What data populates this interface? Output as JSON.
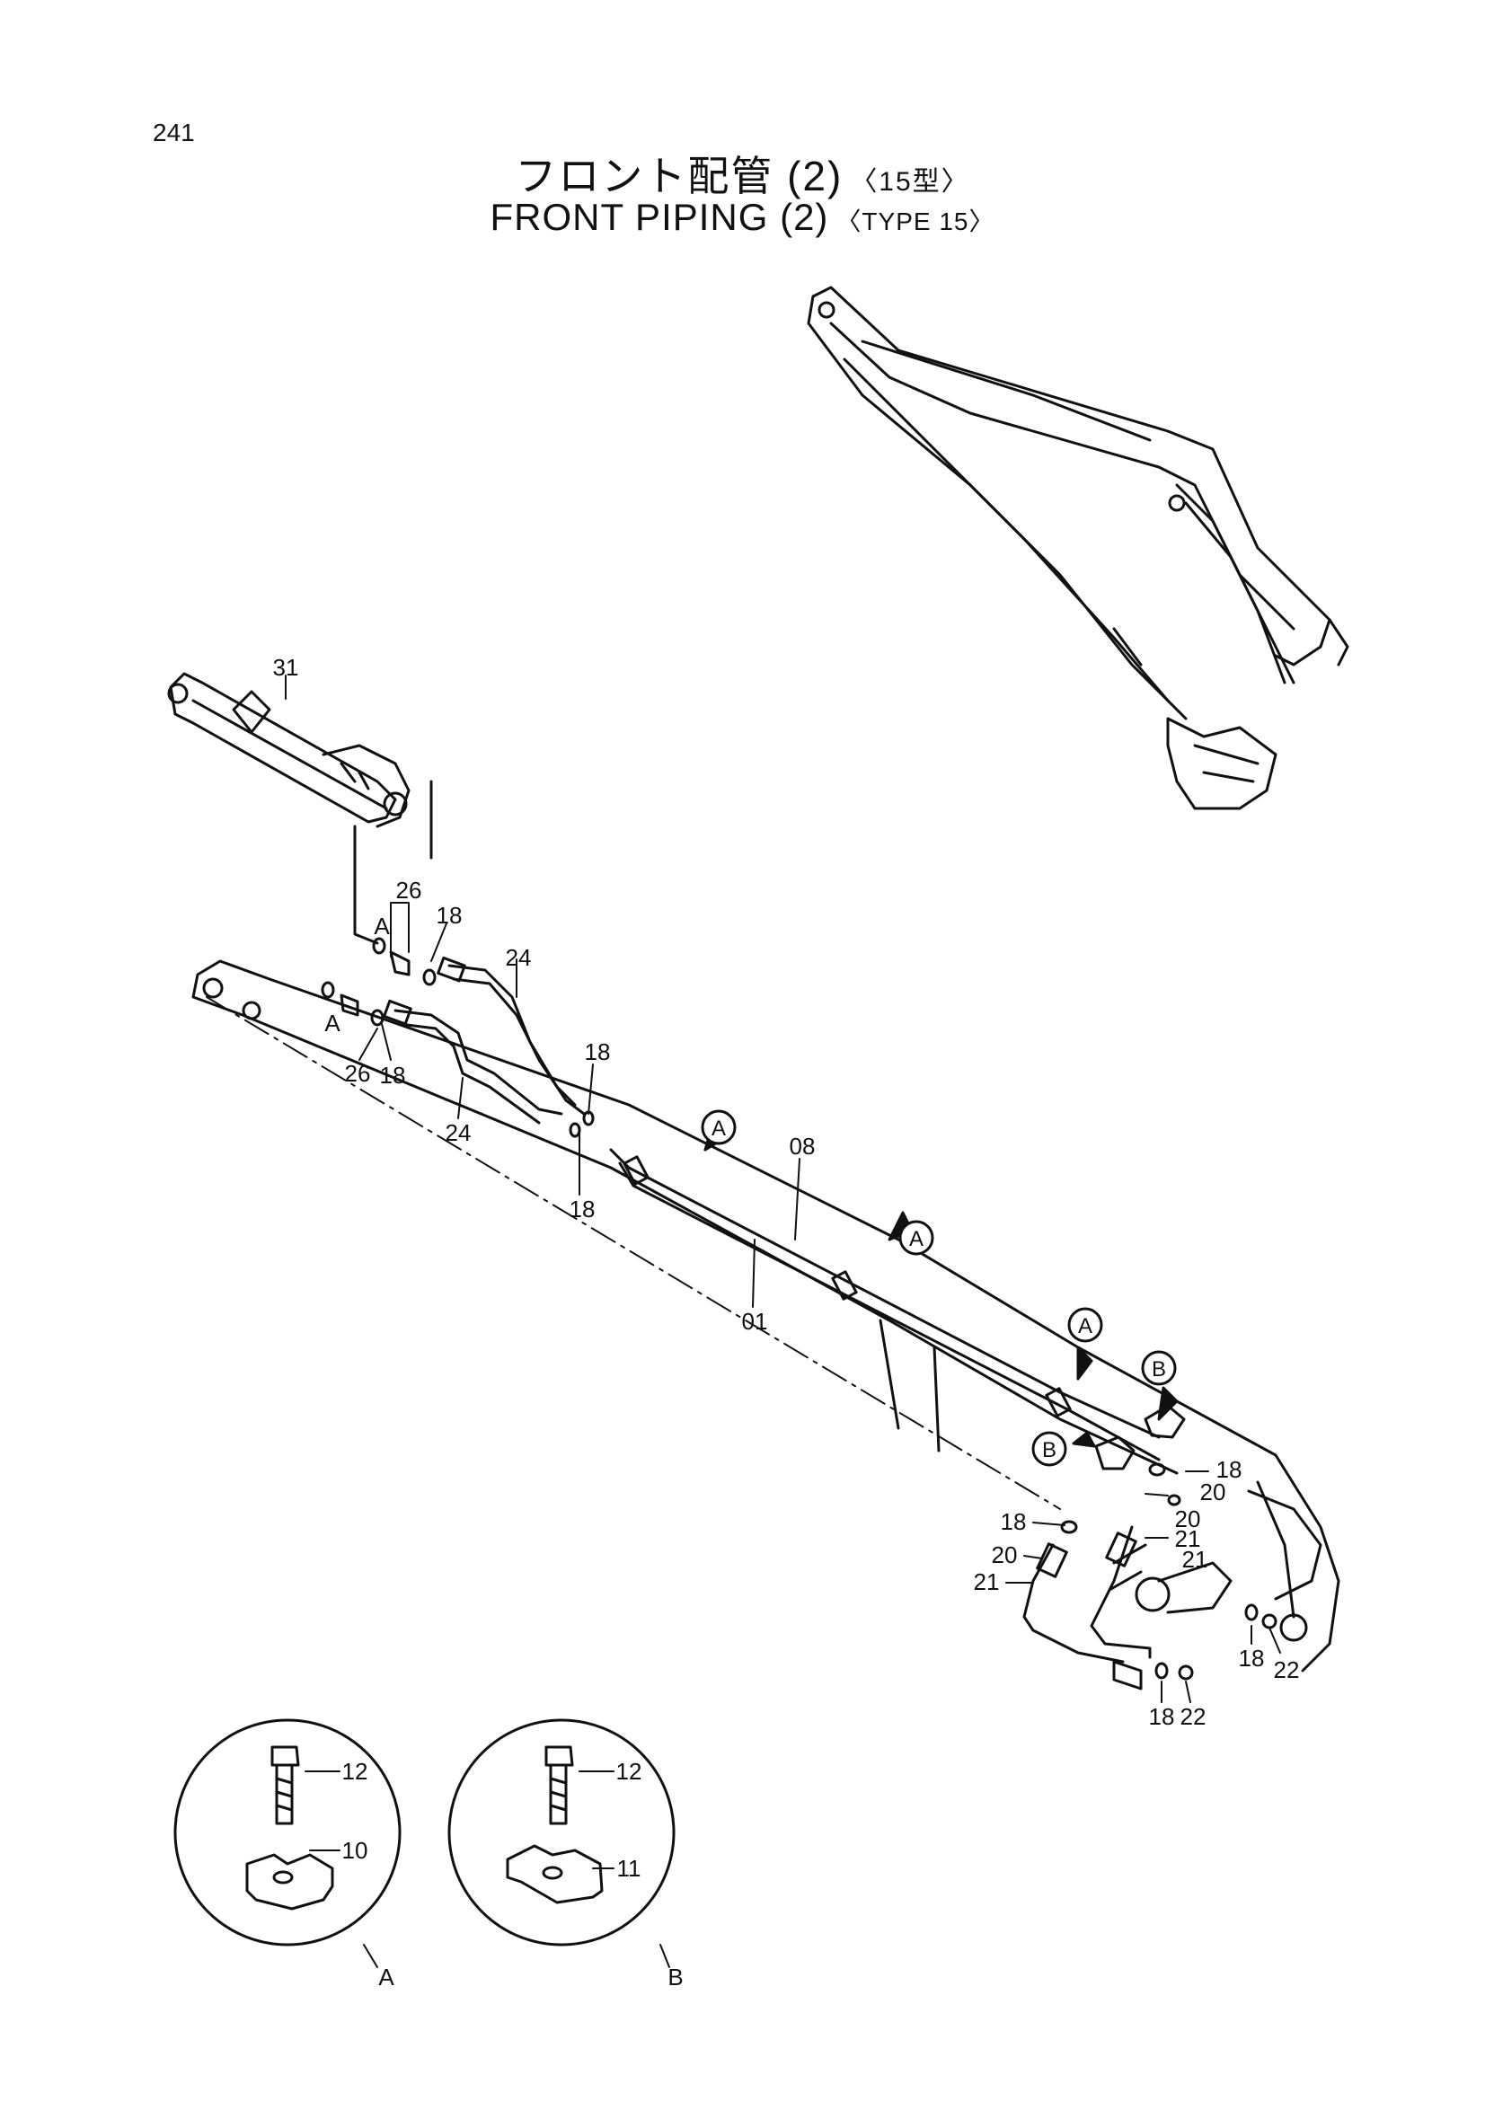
{
  "page_number": "241",
  "title_jp": "フロント配管 (2)",
  "title_jp_sub": "〈15型〉",
  "title_en": "FRONT PIPING (2)",
  "title_en_sub": "〈TYPE 15〉",
  "labels": {
    "p31": "31",
    "p26a": "26",
    "p26b": "26",
    "p18a": "18",
    "p18b": "18",
    "p18c": "18",
    "p18d": "18",
    "p18e": "18",
    "p18f": "18",
    "p18g": "18",
    "p18h": "18",
    "p24a": "24",
    "p24b": "24",
    "p08": "08",
    "p01": "01",
    "p20a": "20",
    "p20b": "20",
    "p21a": "21",
    "p21b": "21",
    "p22a": "22",
    "p22b": "22",
    "p12a": "12",
    "p12b": "12",
    "p10": "10",
    "p11": "11",
    "refA": "A",
    "refB": "B"
  }
}
